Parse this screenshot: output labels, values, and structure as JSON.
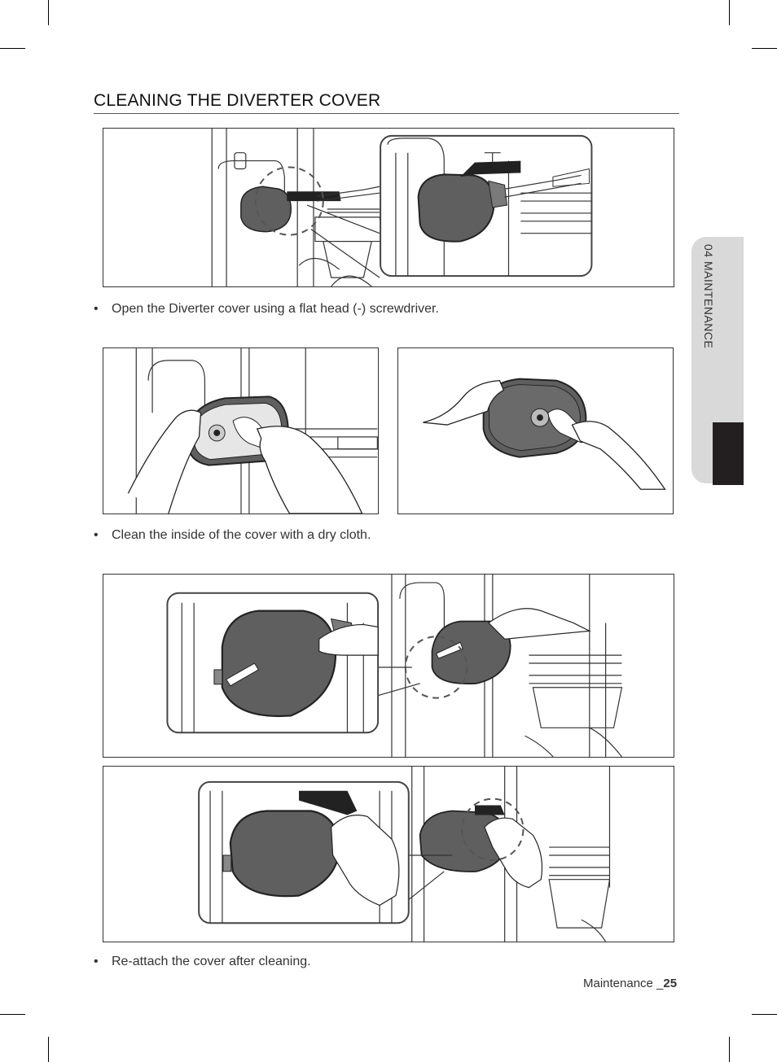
{
  "section": {
    "heading": "CLEANING THE DIVERTER COVER",
    "side_tab_label": "04  MAINTENANCE"
  },
  "steps": [
    {
      "bullet": "•",
      "text": "Open the Diverter cover using a flat head (-) screwdriver."
    },
    {
      "bullet": "•",
      "text": "Clean the inside of the cover with a dry cloth."
    },
    {
      "bullet": "•",
      "text": "Re-attach the cover after cleaning."
    }
  ],
  "footer": {
    "label": "Maintenance _",
    "page_number": "25"
  },
  "colors": {
    "cover_fill": "#5f5f5f",
    "line": "#333333",
    "tab_gray": "#d9d9d9",
    "tab_dark": "#231f20"
  }
}
